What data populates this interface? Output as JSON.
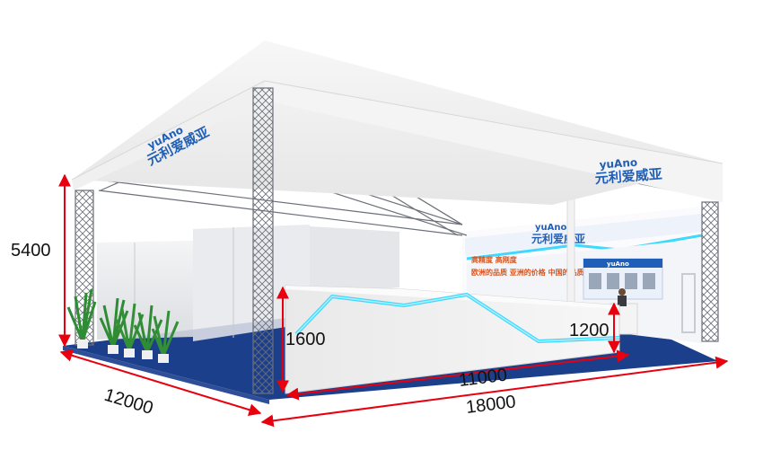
{
  "dimensions": {
    "height_label": "5400",
    "depth_label": "12000",
    "counter_length_label": "11000",
    "width_label": "18000",
    "wall_height_label": "1600",
    "counter_height_label": "1200"
  },
  "brand": {
    "logo_cn": "元利爱威亚",
    "logo_latin": "yuAno"
  },
  "wall": {
    "slogan_1": "高精度 高刚度",
    "slogan_2": "欧洲的品质 亚洲的价格 中国的品质",
    "screen_title": "yuAno"
  },
  "colors": {
    "dimension_line": "#e8000f",
    "brand_blue": "#1f5fb8",
    "led_cyan": "#3fd8ff",
    "carpet": "#1c3f8c",
    "truss": "#6b6f78"
  }
}
